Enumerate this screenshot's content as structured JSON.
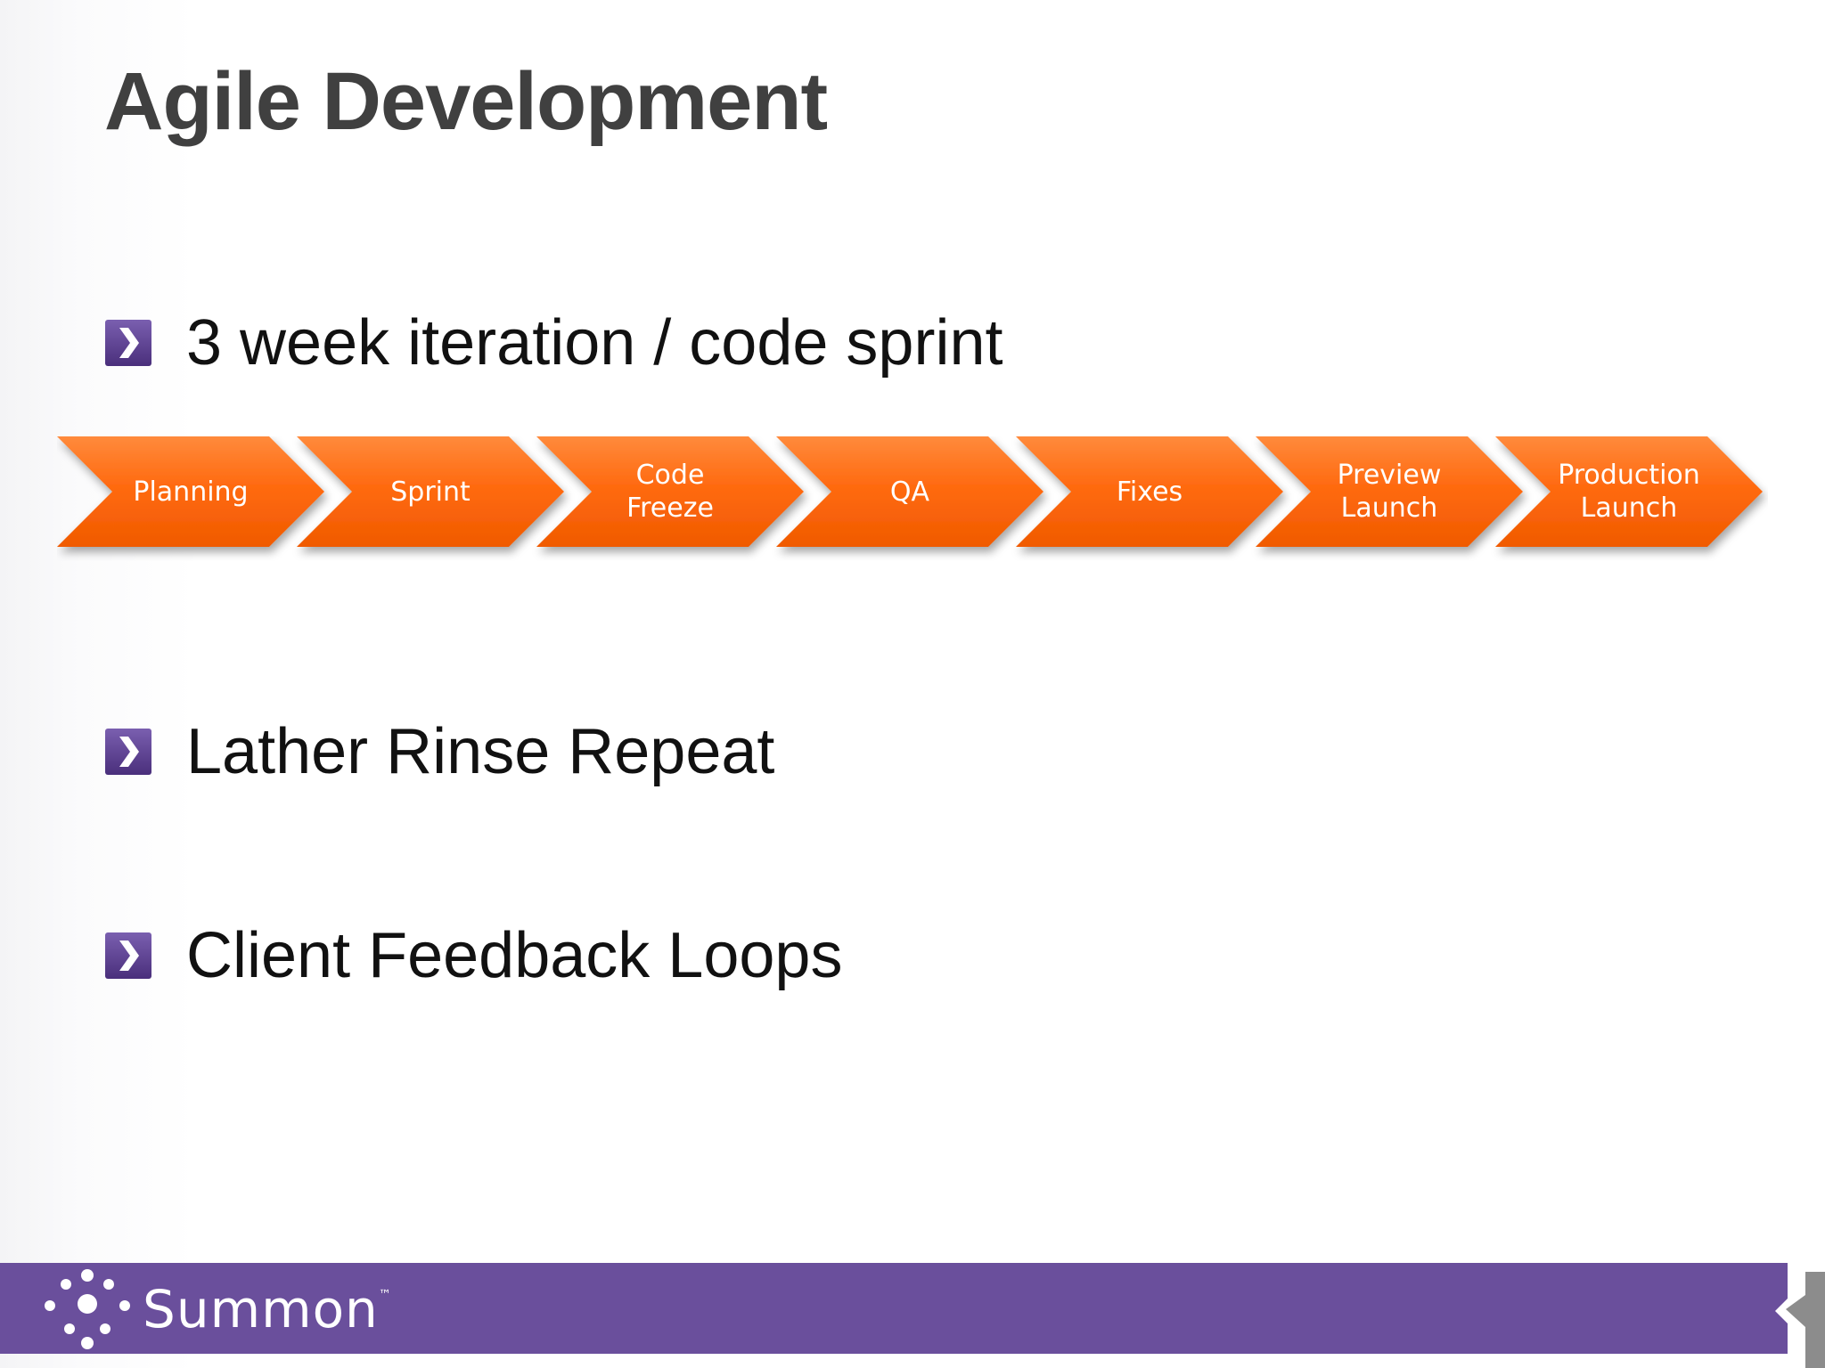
{
  "slide": {
    "title": "Agile Development",
    "bullets": [
      "3 week iteration / code sprint",
      "Lather Rinse Repeat",
      "Client Feedback Loops"
    ],
    "bullet_icon": "chevron-right-icon",
    "process_steps": [
      "Planning",
      "Sprint",
      "Code\nFreeze",
      "QA",
      "Fixes",
      "Preview\nLaunch",
      "Production\nLaunch"
    ]
  },
  "footer": {
    "brand": "Summon",
    "trademark": "™"
  },
  "colors": {
    "title": "#404040",
    "bullet_icon": "#5b3f8f",
    "arrow_fill": "#ff6a10",
    "footer": "#6a4f9c"
  }
}
